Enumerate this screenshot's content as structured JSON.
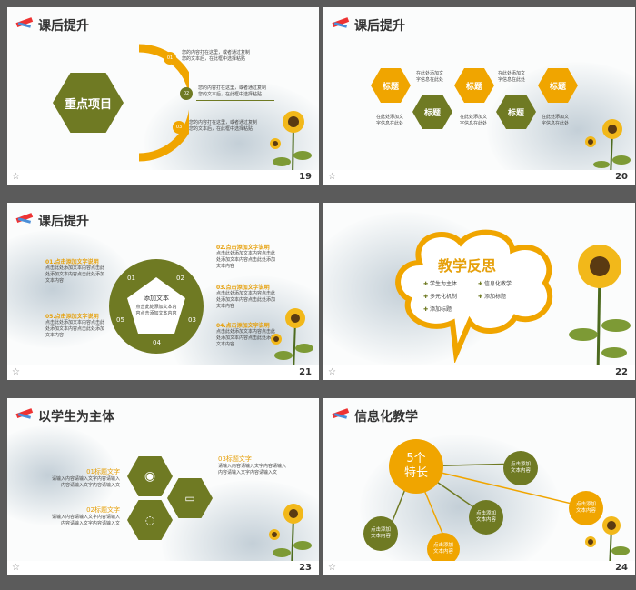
{
  "colors": {
    "gold": "#f0a500",
    "olive": "#6f7a23",
    "page_bg": "#5b5b5b"
  },
  "s19": {
    "title": "课后提升",
    "center": "重点项目",
    "badges": [
      "01",
      "02",
      "03"
    ],
    "lines": [
      [
        "您的内容打在这里，或者通过复制",
        "您的文本后，在此框中选择粘贴"
      ],
      [
        "您的内容打在这里，或者通过复制",
        "您的文本后，在此框中选择粘贴"
      ],
      [
        "您的内容打在这里，或者通过复制",
        "您的文本后，在此框中选择粘贴"
      ]
    ],
    "num": "19"
  },
  "s20": {
    "title": "课后提升",
    "label": "标题",
    "desc": [
      "在此处添加文",
      "字信息在此处"
    ],
    "num": "20"
  },
  "s21": {
    "title": "课后提升",
    "center": "添加文本",
    "center_desc": "点击此处添加文本内容点击添加文本内容",
    "segments": [
      "01",
      "02",
      "03",
      "04",
      "05"
    ],
    "left": [
      {
        "head": "01.点击添加文字说明",
        "body": [
          "点击此处添加文本内容点击此",
          "处添加文本内容点击此处添加",
          "文本内容"
        ]
      },
      {
        "head": "05.点击添加文字说明",
        "body": [
          "点击此处添加文本内容点击此",
          "处添加文本内容点击此处添加",
          "文本内容"
        ]
      }
    ],
    "right": [
      {
        "head": "02.点击添加文字说明",
        "body": [
          "点击此处添加文本内容点击此",
          "处添加文本内容点击此处添加",
          "文本内容"
        ]
      },
      {
        "head": "03.点击添加文字说明",
        "body": [
          "点击此处添加文本内容点击此",
          "处添加文本内容点击此处添加",
          "文本内容"
        ]
      },
      {
        "head": "04.点击添加文字说明",
        "body": [
          "点击此处添加文本内容点击此",
          "处添加文本内容点击此处添加",
          "文本内容"
        ]
      }
    ],
    "num": "21"
  },
  "s22": {
    "title": "教学反思",
    "items": [
      "学生为主体",
      "信息化教学",
      "多元化机制",
      "添加标题",
      "添加标题"
    ],
    "num": "22"
  },
  "s23": {
    "title": "以学生为主体",
    "blocks": [
      {
        "head": "01标题文字",
        "body": [
          "请输入内容请输入文字内容请输入",
          "内容请输入文字内容请输入文"
        ]
      },
      {
        "head": "02标题文字",
        "body": [
          "请输入内容请输入文字内容请输入",
          "内容请输入文字内容请输入文"
        ]
      },
      {
        "head": "03标题文字",
        "body": [
          "请输入内容请输入文字内容请输入",
          "内容请输入文字内容请输入文"
        ]
      }
    ],
    "num": "23"
  },
  "s24": {
    "title": "信息化教学",
    "center": [
      "5个",
      "特长"
    ],
    "nodes": [
      "点击添加",
      "文本内容"
    ],
    "num": "24"
  }
}
